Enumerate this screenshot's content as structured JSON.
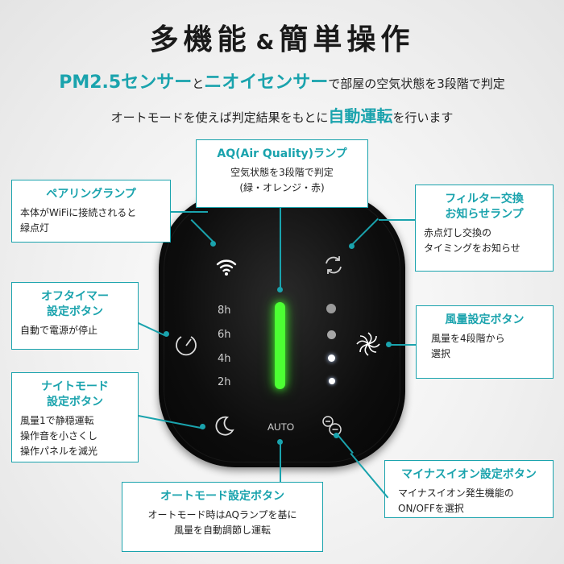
{
  "colors": {
    "accent": "#1aa3ad",
    "aq_green": "#4cff33",
    "device": "#0d0d0d"
  },
  "header": {
    "title_part1": "多機能",
    "amp": "&",
    "title_part2": "簡単操作",
    "sub1_hl1": "PM2.5センサー",
    "sub1_to": "と",
    "sub1_hl2": "ニオイセンサー",
    "sub1_rest": "で部屋の空気状態を3段階で判定",
    "sub2_pre": "オートモードを使えば判定結果をもとに",
    "sub2_hl": "自動運転",
    "sub2_post": "を行います"
  },
  "callouts": {
    "aq": {
      "title": "AQ(Air Quality)ランプ",
      "desc": "空気状態を3段階で判定\n(緑・オレンジ・赤)"
    },
    "pairing": {
      "title": "ペアリングランプ",
      "desc": "本体がWiFiに接続されると\n緑点灯"
    },
    "filter": {
      "title": "フィルター交換\nお知らせランプ",
      "desc": "赤点灯し交換の\nタイミングをお知らせ"
    },
    "offtimer": {
      "title": "オフタイマー\n設定ボタン",
      "desc": "自動で電源が停止"
    },
    "fan": {
      "title": "風量設定ボタン",
      "desc": "風量を4段階から\n選択"
    },
    "night": {
      "title": "ナイトモード\n設定ボタン",
      "desc": "風量1で静穏運転\n操作音を小さくし\n操作パネルを減光"
    },
    "ion": {
      "title": "マイナスイオン設定ボタン",
      "desc": "マイナスイオン発生機能の\nON/OFFを選択"
    },
    "auto": {
      "title": "オートモード設定ボタン",
      "desc": "オートモード時はAQランプを基に\n風量を自動調節し運転"
    }
  },
  "device": {
    "timer_labels": [
      "8h",
      "6h",
      "4h",
      "2h"
    ],
    "auto_label": "AUTO",
    "icons": [
      "wifi-icon",
      "refresh-icon",
      "timer-icon",
      "fan-icon",
      "moon-icon",
      "ion-icon"
    ]
  }
}
